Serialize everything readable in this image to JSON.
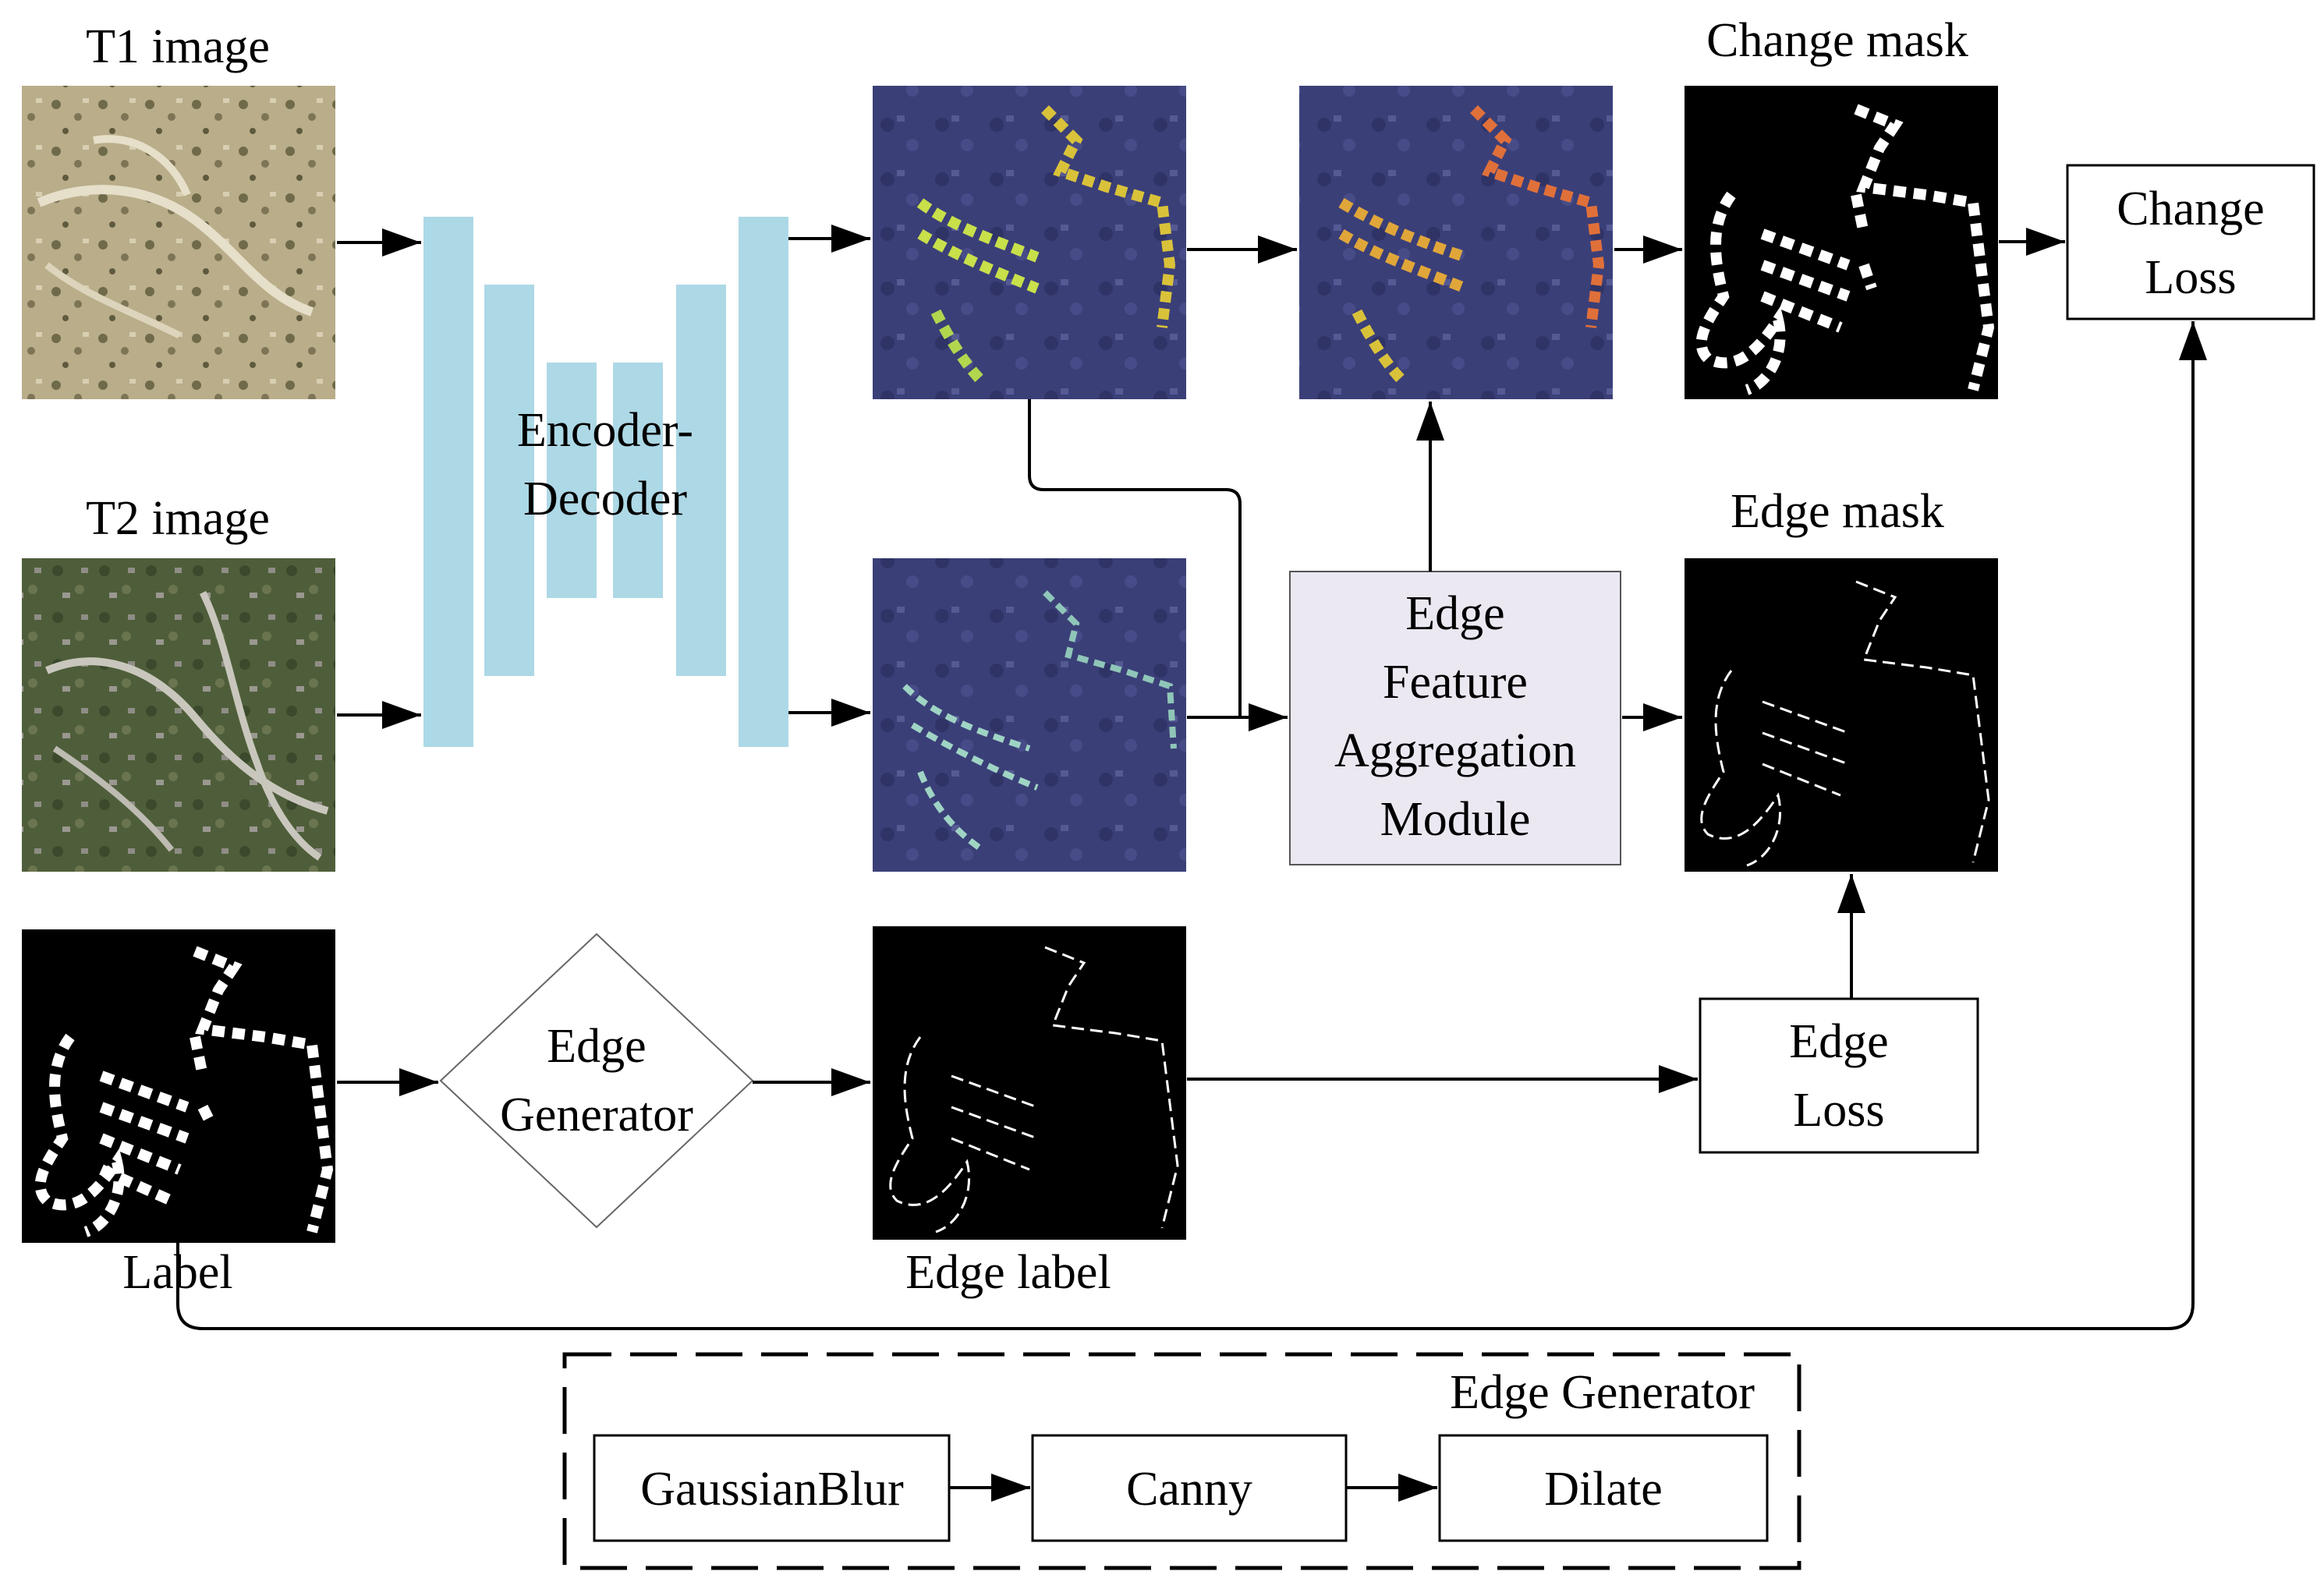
{
  "labels": {
    "t1_image": "T1 image",
    "t2_image": "T2 image",
    "label": "Label",
    "encoder_decoder_line1": "Encoder-",
    "encoder_decoder_line2": "Decoder",
    "change_mask": "Change mask",
    "edge_mask": "Edge mask",
    "edge_label": "Edge label",
    "efam_line1": "Edge",
    "efam_line2": "Feature",
    "efam_line3": "Aggregation",
    "efam_line4": "Module",
    "change_loss_line1": "Change",
    "change_loss_line2": "Loss",
    "edge_loss_line1": "Edge",
    "edge_loss_line2": "Loss",
    "edge_generator_line1": "Edge",
    "edge_generator_line2": "Generator",
    "pipeline_title": "Edge Generator",
    "pipeline_step1": "GaussianBlur",
    "pipeline_step2": "Canny",
    "pipeline_step3": "Dilate"
  },
  "colors": {
    "encoder_bar": "#add8e6",
    "efam_fill": "#ebe8f2",
    "overlay_dark": "#3a3f7a",
    "mask_bg": "#000000",
    "mask_fg": "#ffffff"
  },
  "images": [
    {
      "name": "t1-image",
      "kind": "satellite-dry"
    },
    {
      "name": "t2-image",
      "kind": "satellite-green"
    },
    {
      "name": "label-mask",
      "kind": "binary-mask"
    },
    {
      "name": "feature-map-t1",
      "kind": "heatmap-overlay"
    },
    {
      "name": "feature-map-t2",
      "kind": "edge-overlay"
    },
    {
      "name": "aggregated-feature-map",
      "kind": "heatmap-overlay"
    },
    {
      "name": "change-mask-image",
      "kind": "binary-mask"
    },
    {
      "name": "edge-mask-image",
      "kind": "edge-mask"
    },
    {
      "name": "edge-label-image",
      "kind": "edge-mask"
    }
  ]
}
